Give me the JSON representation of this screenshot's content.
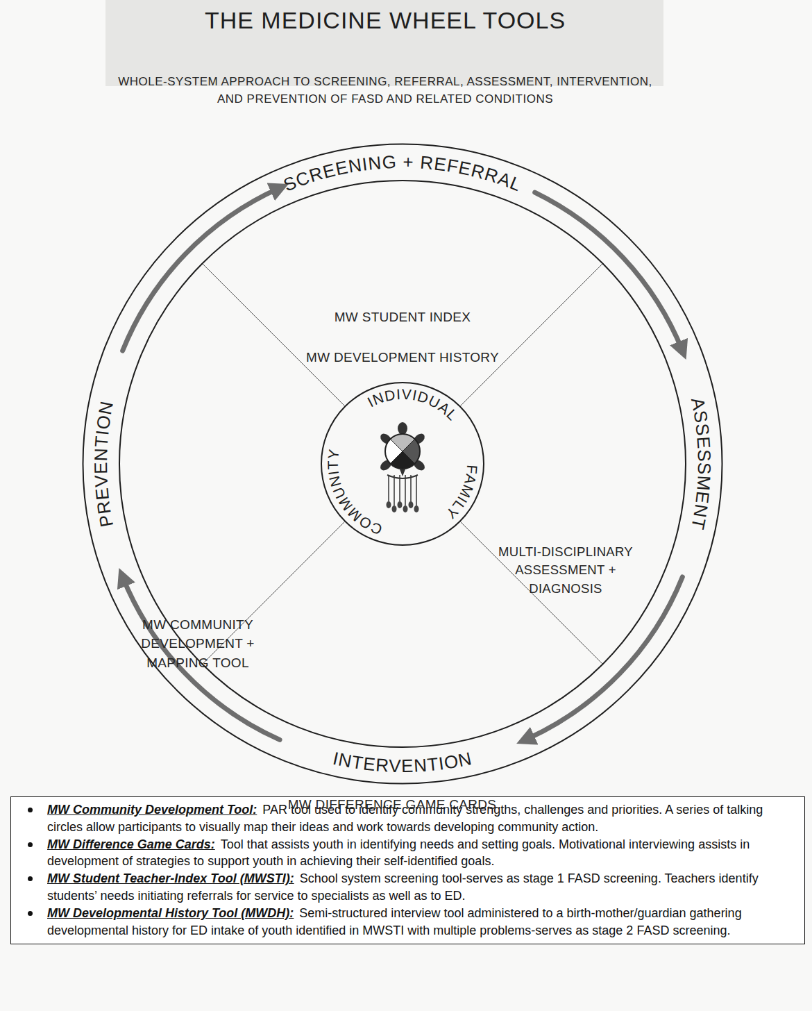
{
  "diagram": {
    "title": "THE MEDICINE WHEEL TOOLS",
    "nodes": [
      {
        "text": [
          "SCREENING + REFERRAL",
          "ASSESSMENT",
          "INTERVENTION",
          "PREVENTION"
        ]
      },
      {
        "text": [
          "INDIVIDUAL",
          "FAMILY",
          "COMMUNITY"
        ],
        "in": 0
      },
      {
        "text": [
          "MW Community Development Tool:",
          "PAR tool used to identify community strengths, challenges and priorities. A series of talking circles allow participants to visually map their ideas and work towards developing community action.",
          "MW Difference Game Cards:",
          "Tool that assists youth in identifying needs and setting goals. Motivational interviewing assists in development of strategies to support youth in achieving their self-identified goals.",
          "MW Student Teacher-Index Tool (MWSTI):",
          "School system screening tool-serves as stage 1 FASD screening. Teachers identify students’ needs initiating referrals for service to specialists as well as to ED.",
          "MW Developmental History Tool (MWDH):",
          "Semi-structured interview tool administered to a birth-mother/guardian gathering developmental history for ED intake of youth identified in MWSTI with multiple problems-serves as stage 2 FASD screening."
        ]
      }
    ],
    "labels": [
      "WHOLE-SYSTEM APPROACH TO SCREENING, REFERRAL, ASSESSMENT, INTERVENTION, AND PREVENTION OF FASD AND RELATED CONDITIONS",
      "MW STUDENT INDEX",
      "MW DEVELOPMENT HISTORY",
      "MULTI-DISCIPLINARY ASSESSMENT + DIAGNOSIS",
      "MW DIFFERENCE GAME CARDS",
      "MW COMMUNITY DEVELOPMENT + MAPPING TOOL"
    ]
  }
}
